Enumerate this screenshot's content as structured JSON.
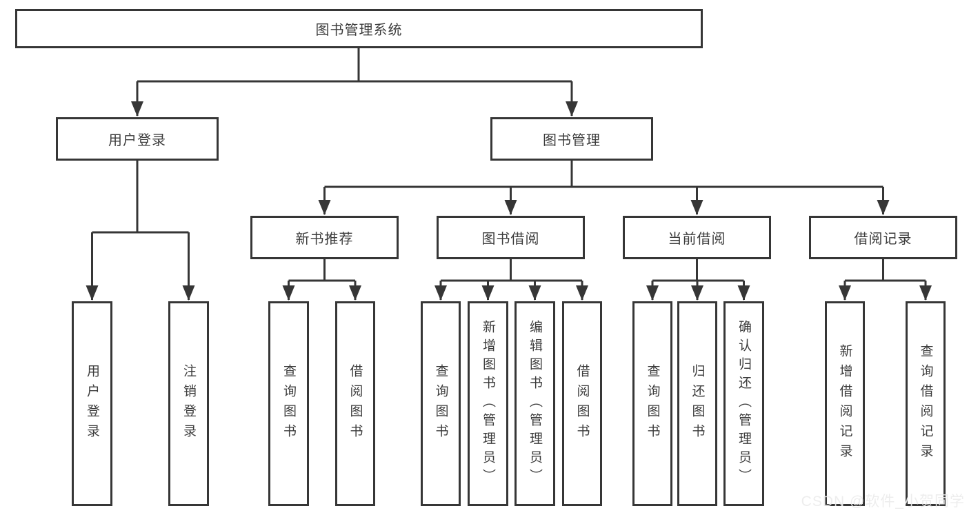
{
  "diagram": {
    "title": "图书管理系统",
    "root": {
      "label": "图书管理系统"
    },
    "level2": {
      "user_login": {
        "label": "用户登录"
      },
      "book_mgmt": {
        "label": "图书管理"
      }
    },
    "level3": {
      "new_book_recommend": {
        "label": "新书推荐"
      },
      "book_borrow": {
        "label": "图书借阅"
      },
      "current_borrow": {
        "label": "当前借阅"
      },
      "borrow_record": {
        "label": "借阅记录"
      }
    },
    "leaves": {
      "user_login": [
        "用户登录",
        "注销登录"
      ],
      "new_book_recommend": [
        "查询图书",
        "借阅图书"
      ],
      "book_borrow": [
        "查询图书",
        "新增图书（管理员）",
        "编辑图书（管理员）",
        "借阅图书"
      ],
      "current_borrow": [
        "查询图书",
        "归还图书",
        "确认归还（管理员）"
      ],
      "borrow_record": [
        "新增借阅记录",
        "查询借阅记录"
      ]
    }
  },
  "watermark": "CSDN @软件_小贺同学",
  "colors": {
    "line": "#363636",
    "text": "#3c3c3c",
    "background": "#ffffff",
    "watermark": "#ececec"
  }
}
